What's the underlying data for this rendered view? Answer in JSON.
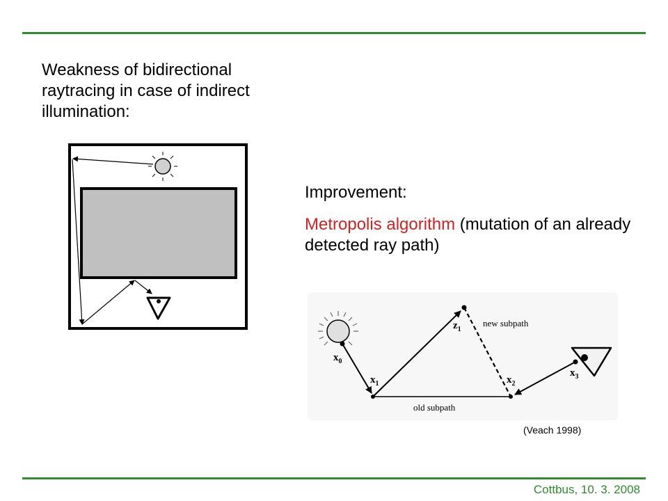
{
  "slide": {
    "heading": "Weakness of bidirectional raytracing in case of indirect illumination:",
    "improvement_label": "Improvement:",
    "metropolis_highlight": "Metropolis algorithm",
    "metropolis_rest": " (mutation of an already detected ray path)",
    "citation": "(Veach 1998)",
    "footer": "Cottbus, 10. 3. 2008"
  },
  "figure": {
    "label_x0": "x",
    "label_x0_sub": "0",
    "label_x1": "x",
    "label_x1_sub": "1",
    "label_x2": "x",
    "label_x2_sub": "2",
    "label_x3": "x",
    "label_x3_sub": "3",
    "label_z1": "z",
    "label_z1_sub": "1",
    "new_subpath": "new subpath",
    "old_subpath": "old subpath"
  },
  "colors": {
    "rule": "#2e8b2e",
    "highlight": "#d61f1f",
    "footer": "#2e8b2e",
    "obstacle": "#c0c0c0",
    "figure_bg": "#f7f7f7"
  },
  "icons": [
    "light-source-icon",
    "eye-icon"
  ]
}
